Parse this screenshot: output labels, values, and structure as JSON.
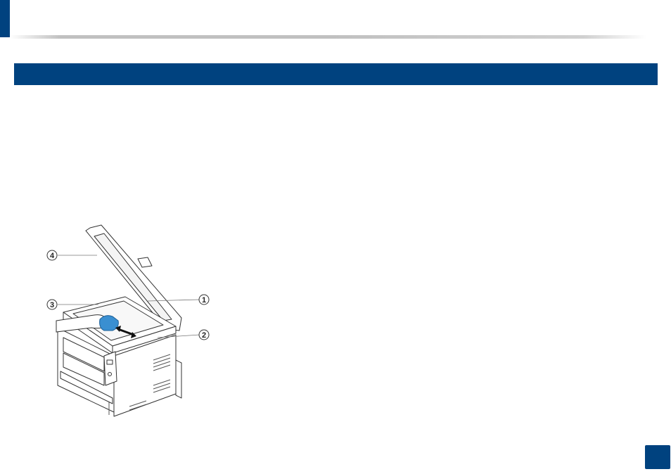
{
  "header": {
    "title": ""
  },
  "section": {
    "title": ""
  },
  "figure": {
    "callouts": [
      {
        "id": "1",
        "label": "1"
      },
      {
        "id": "2",
        "label": "2"
      },
      {
        "id": "3",
        "label": "3"
      },
      {
        "id": "4",
        "label": "4"
      }
    ]
  },
  "footer": {
    "page_number": ""
  },
  "colors": {
    "brand": "#00427f",
    "cloth": "#3a8fd1"
  }
}
